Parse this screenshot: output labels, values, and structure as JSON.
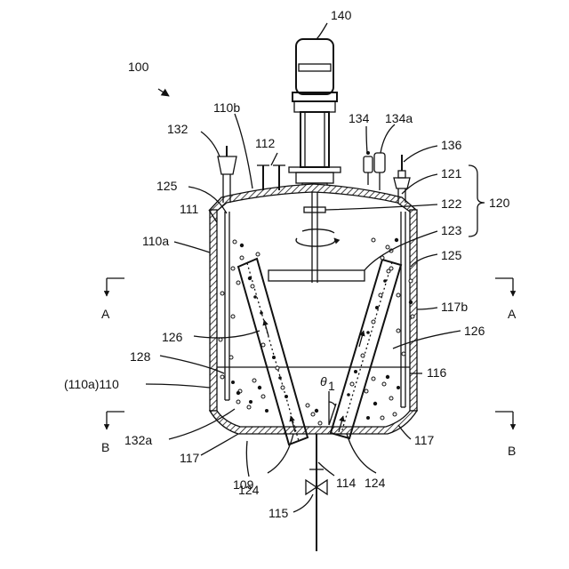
{
  "figure": {
    "labels": {
      "l100": "100",
      "l140": "140",
      "l132": "132",
      "l110b": "110b",
      "l112": "112",
      "l134": "134",
      "l134a": "134a",
      "l136": "136",
      "l121": "121",
      "l122": "122",
      "l123": "123",
      "l120": "120",
      "l125a": "125",
      "l125b": "125",
      "l111": "111",
      "l110a": "110a",
      "lA1": "A",
      "lA2": "A",
      "l117b": "117b",
      "l126a": "126",
      "l126b": "126",
      "l128": "128",
      "l116": "116",
      "l110": "(110a)110",
      "ltheta": "θ",
      "ltheta_sub": "1",
      "lB1": "B",
      "lB2": "B",
      "l132a": "132a",
      "l117a": "117",
      "l117c": "117",
      "l109": "109",
      "l124a": "124",
      "l124b": "124",
      "l114": "114",
      "l115": "115"
    }
  }
}
